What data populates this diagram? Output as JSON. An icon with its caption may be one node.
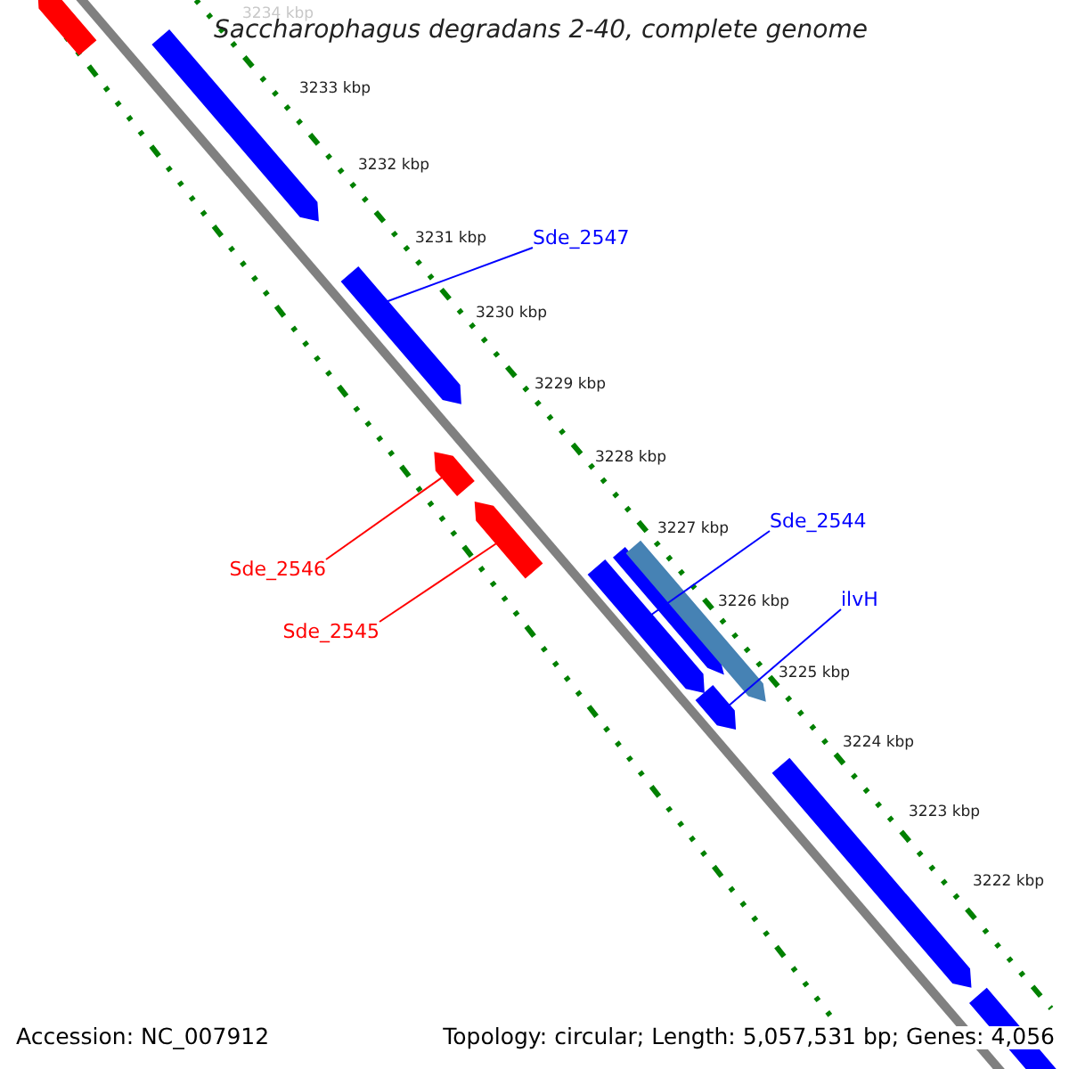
{
  "diagram": {
    "title": "Saccharophagus degradans 2-40, complete genome",
    "nodes": [
      {
        "text": [
          "Sde_2547"
        ]
      },
      {
        "text": [],
        "shape": "arrow"
      },
      {
        "text": [
          "Sde_2546"
        ]
      },
      {
        "text": [],
        "shape": "arrow"
      },
      {
        "text": [
          "Sde_2545"
        ]
      },
      {
        "text": [],
        "shape": "arrow"
      },
      {
        "text": [
          "Sde_2544"
        ]
      },
      {
        "text": [],
        "shape": "arrow"
      },
      {
        "text": [
          "ilvH"
        ]
      },
      {
        "text": [],
        "shape": "arrow"
      },
      {
        "text": [],
        "shape": "arrow"
      },
      {
        "text": [],
        "shape": "arrow"
      },
      {
        "text": [],
        "shape": "arrow"
      },
      {
        "text": [],
        "shape": "arrow"
      },
      {
        "text": [],
        "shape": "arrow"
      },
      {
        "text": [],
        "shape": "arrow"
      }
    ],
    "edges": [
      {
        "from": 0,
        "to": 1,
        "arrow": "none"
      },
      {
        "from": 2,
        "to": 3,
        "arrow": "none",
        "color": "#ff0000"
      },
      {
        "from": 4,
        "to": 5,
        "arrow": "none",
        "color": "#ff0000"
      },
      {
        "from": 6,
        "to": 7,
        "arrow": "none"
      },
      {
        "from": 8,
        "to": 9,
        "arrow": "none"
      }
    ],
    "labels": [
      "3234 kbp",
      "3233 kbp",
      "3232 kbp",
      "3231 kbp",
      "3230 kbp",
      "3229 kbp",
      "3228 kbp",
      "3227 kbp",
      "3226 kbp",
      "3225 kbp",
      "3224 kbp",
      "3223 kbp",
      "3222 kbp",
      "Accession: NC_007912",
      "Topology: circular; Length: 5,057,531 bp; Genes: 4,056"
    ]
  }
}
